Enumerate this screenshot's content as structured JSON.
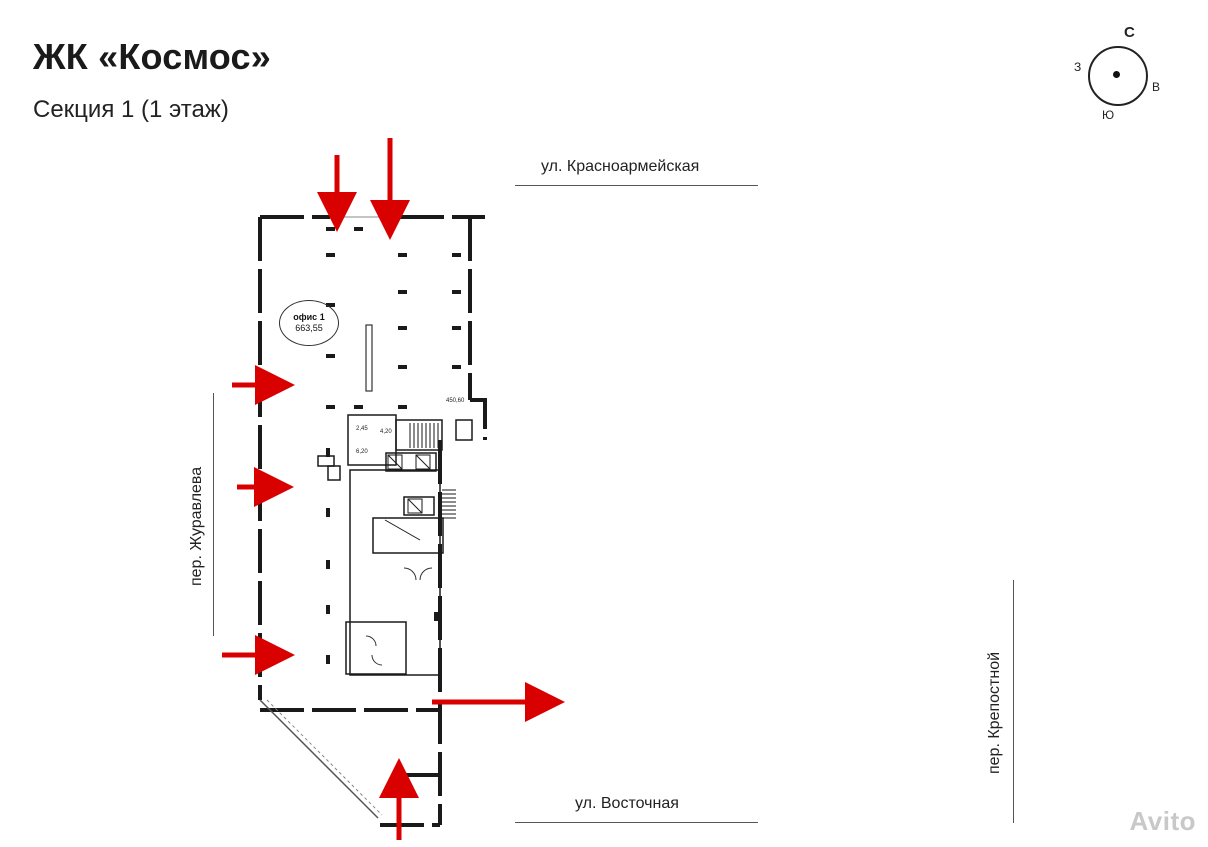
{
  "header": {
    "title": "ЖК «Космос»",
    "subtitle": "Секция 1 (1 этаж)"
  },
  "compass": {
    "north": "С",
    "west": "З",
    "east": "В",
    "south": "Ю"
  },
  "streets": {
    "north": "ул. Красноармейская",
    "south": "ул. Восточная",
    "west": "пер. Журавлева",
    "east": "пер. Крепостной"
  },
  "plan": {
    "office_name": "офис 1",
    "office_area": "663,55",
    "room_areas": [
      "2,45",
      "4,20",
      "6,20",
      "450,60"
    ]
  },
  "colors": {
    "arrow": "#d90000",
    "wall": "#1a1a1a"
  },
  "watermark": "Avito"
}
